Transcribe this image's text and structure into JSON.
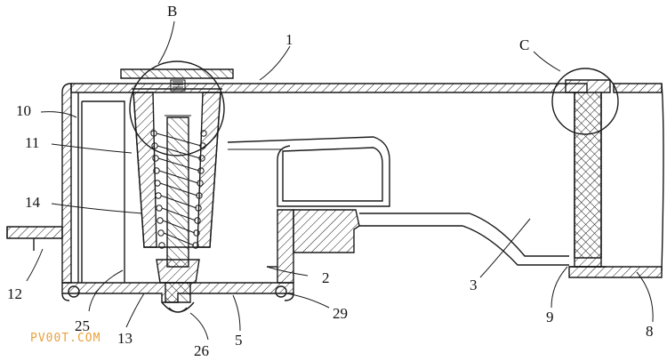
{
  "diagram": {
    "callouts": [
      {
        "id": "B",
        "text": "B"
      },
      {
        "id": "C",
        "text": "C"
      },
      {
        "id": "1",
        "text": "1"
      },
      {
        "id": "10",
        "text": "10"
      },
      {
        "id": "11",
        "text": "11"
      },
      {
        "id": "14",
        "text": "14"
      },
      {
        "id": "12",
        "text": "12"
      },
      {
        "id": "2",
        "text": "2"
      },
      {
        "id": "3",
        "text": "3"
      },
      {
        "id": "9",
        "text": "9"
      },
      {
        "id": "8",
        "text": "8"
      },
      {
        "id": "25",
        "text": "25"
      },
      {
        "id": "13",
        "text": "13"
      },
      {
        "id": "26",
        "text": "26"
      },
      {
        "id": "5",
        "text": "5"
      },
      {
        "id": "29",
        "text": "29"
      }
    ],
    "watermark": "PV00T.COM"
  }
}
